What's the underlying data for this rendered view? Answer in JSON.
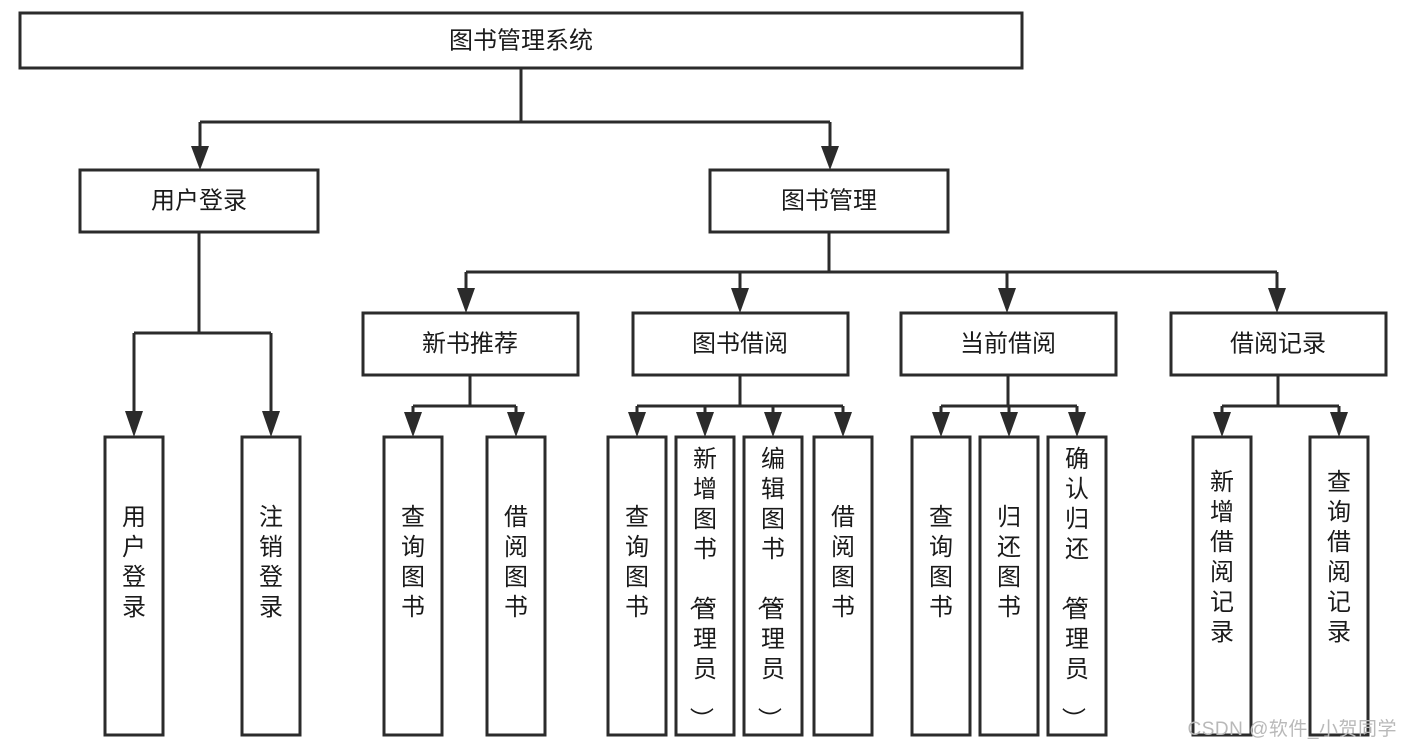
{
  "diagram": {
    "type": "tree-hierarchy-chart",
    "title": "图书管理系统",
    "orientation": "top-down",
    "box_fill": "#ffffff",
    "box_stroke": "#2b2b2b",
    "text_color": "#1a1a1a",
    "levels": [
      {
        "level": 1,
        "nodes": [
          {
            "id": "root",
            "label": "图书管理系统",
            "orientation": "horizontal"
          }
        ]
      },
      {
        "level": 2,
        "nodes": [
          {
            "id": "login",
            "label": "用户登录",
            "orientation": "horizontal",
            "parent": "root"
          },
          {
            "id": "bookmgmt",
            "label": "图书管理",
            "orientation": "horizontal",
            "parent": "root"
          }
        ]
      },
      {
        "level": 3,
        "nodes": [
          {
            "id": "newbook",
            "label": "新书推荐",
            "orientation": "horizontal",
            "parent": "bookmgmt"
          },
          {
            "id": "borrow",
            "label": "图书借阅",
            "orientation": "horizontal",
            "parent": "bookmgmt"
          },
          {
            "id": "current",
            "label": "当前借阅",
            "orientation": "horizontal",
            "parent": "bookmgmt"
          },
          {
            "id": "records",
            "label": "借阅记录",
            "orientation": "horizontal",
            "parent": "bookmgmt"
          }
        ]
      },
      {
        "level": 4,
        "nodes": [
          {
            "id": "leaf-user-login",
            "label": "用户登录",
            "orientation": "vertical",
            "parent": "login"
          },
          {
            "id": "leaf-user-logout",
            "label": "注销登录",
            "orientation": "vertical",
            "parent": "login"
          },
          {
            "id": "leaf-query-book-1",
            "label": "查询图书",
            "orientation": "vertical",
            "parent": "newbook"
          },
          {
            "id": "leaf-borrow-book-1",
            "label": "借阅图书",
            "orientation": "vertical",
            "parent": "newbook"
          },
          {
            "id": "leaf-query-book-2",
            "label": "查询图书",
            "orientation": "vertical",
            "parent": "borrow"
          },
          {
            "id": "leaf-add-book",
            "label": "新增图书（管理员）",
            "orientation": "vertical",
            "parent": "borrow"
          },
          {
            "id": "leaf-edit-book",
            "label": "编辑图书（管理员）",
            "orientation": "vertical",
            "parent": "borrow"
          },
          {
            "id": "leaf-borrow-book-2",
            "label": "借阅图书",
            "orientation": "vertical",
            "parent": "borrow"
          },
          {
            "id": "leaf-query-book-3",
            "label": "查询图书",
            "orientation": "vertical",
            "parent": "current"
          },
          {
            "id": "leaf-return-book",
            "label": "归还图书",
            "orientation": "vertical",
            "parent": "current"
          },
          {
            "id": "leaf-confirm-return",
            "label": "确认归还（管理员）",
            "orientation": "vertical",
            "parent": "current"
          },
          {
            "id": "leaf-add-record",
            "label": "新增借阅记录",
            "orientation": "vertical",
            "parent": "records"
          },
          {
            "id": "leaf-query-record",
            "label": "查询借阅记录",
            "orientation": "vertical",
            "parent": "records"
          }
        ]
      }
    ]
  },
  "watermark": {
    "text": "CSDN @软件_小贺同学",
    "color": "#b9b9b9"
  }
}
